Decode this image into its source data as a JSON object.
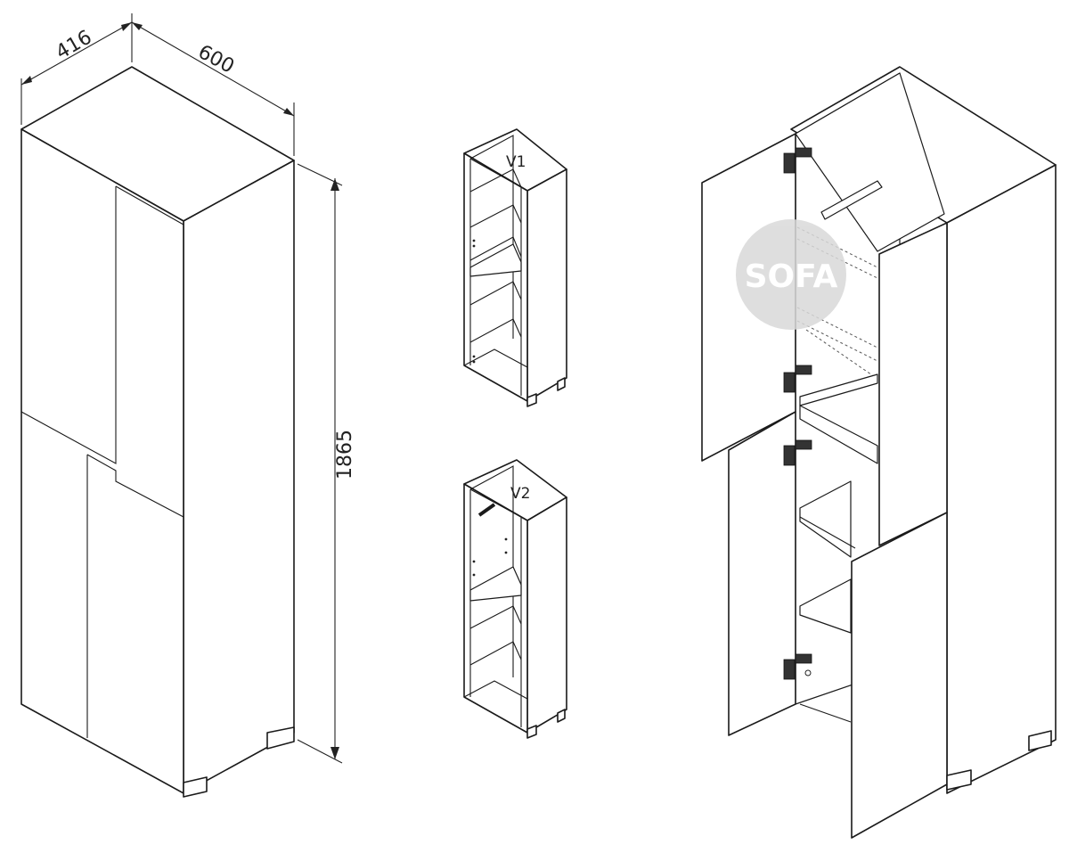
{
  "dimensions": {
    "depth": "416",
    "width": "600",
    "height": "1865"
  },
  "variants": {
    "v1_label": "V1",
    "v2_label": "V2"
  },
  "watermark": {
    "text": "SOFA"
  }
}
